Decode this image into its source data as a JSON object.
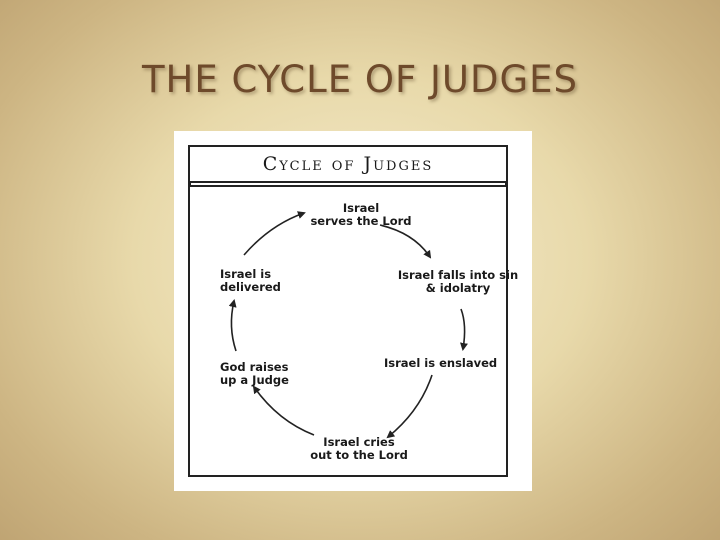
{
  "slide": {
    "title": "THE CYCLE OF JUDGES"
  },
  "diagram": {
    "heading": "Cycle of Judges",
    "steps": [
      {
        "line1": "Israel",
        "line2": "serves the Lord"
      },
      {
        "line1": "Israel falls into sin",
        "line2": "& idolatry"
      },
      {
        "line1": "Israel is enslaved",
        "line2": ""
      },
      {
        "line1": "Israel cries",
        "line2": "out to the Lord"
      },
      {
        "line1": "God raises",
        "line2": "up a Judge"
      },
      {
        "line1": "Israel is",
        "line2": "delivered"
      }
    ]
  }
}
